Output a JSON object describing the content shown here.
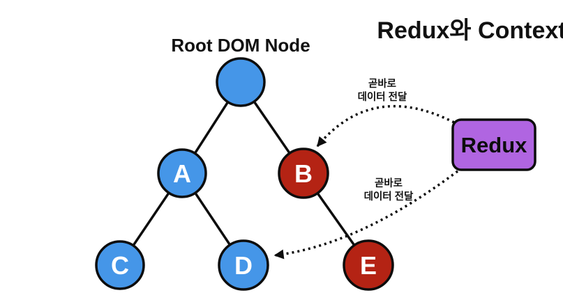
{
  "slide": {
    "title": "Redux와 Context"
  },
  "tree": {
    "root_caption": "Root DOM Node",
    "node_labels": {
      "a": "A",
      "b": "B",
      "c": "C",
      "d": "D",
      "e": "E"
    }
  },
  "redux": {
    "label": "Redux"
  },
  "arrows": {
    "to_b_label_line1": "곧바로",
    "to_b_label_line2": "데이터 전달",
    "to_d_label_line1": "곧바로",
    "to_d_label_line2": "데이터 전달"
  },
  "colors": {
    "node_blue": "#4596e8",
    "node_red": "#b42314",
    "redux_purple": "#b065e1",
    "line_black": "#0d0d0d",
    "node_text": "#ffffff",
    "background": "#ffffff"
  }
}
